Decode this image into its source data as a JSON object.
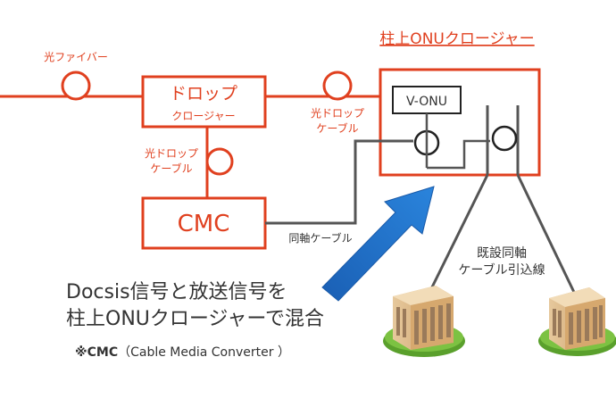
{
  "colors": {
    "accent": "#e0401f",
    "cable_gray": "#555555",
    "arrow_blue": "#1f6fc5",
    "text": "#333333"
  },
  "labels": {
    "closure_title": "柱上ONUクロージャー",
    "optical_fiber": "光ファイバー",
    "drop_title": "ドロップ",
    "drop_sub": "クロージャー",
    "optical_drop_cable_right_1": "光ドロップ",
    "optical_drop_cable_right_2": "ケーブル",
    "optical_drop_cable_left_1": "光ドロップ",
    "optical_drop_cable_left_2": "ケーブル",
    "vonu": "V-ONU",
    "cmc": "CMC",
    "coax_cable": "同軸ケーブル",
    "existing_1": "既設同軸",
    "existing_2": "ケーブル引込線",
    "caption_1": "Docsis信号と放送信号を",
    "caption_2": "柱上ONUクロージャーで混合",
    "footnote_mark": "※CMC",
    "footnote_rest": "（Cable Media Converter ）"
  },
  "icons": [
    "building-icon",
    "building-icon"
  ]
}
